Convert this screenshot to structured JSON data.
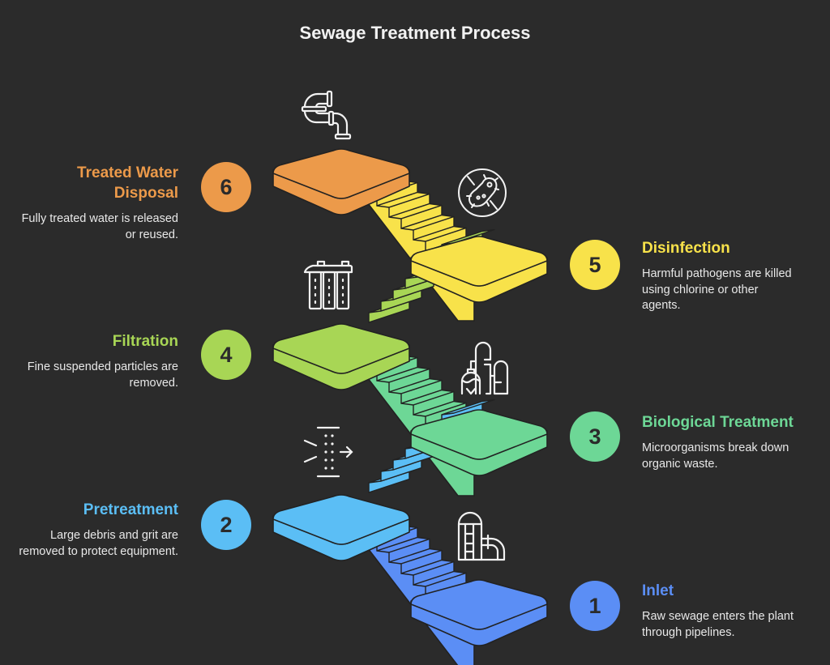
{
  "title": "Sewage Treatment Process",
  "steps": [
    {
      "number": "1",
      "title": "Inlet",
      "description": "Raw sewage enters the plant through pipelines.",
      "color": "#5b8ef5",
      "icon": "silo-pipe-icon",
      "side": "right"
    },
    {
      "number": "2",
      "title": "Pretreatment",
      "description": "Large debris and grit are removed to protect equipment.",
      "color": "#5bbef5",
      "icon": "screening-filter-icon",
      "side": "left"
    },
    {
      "number": "3",
      "title": "Biological Treatment",
      "description": "Microorganisms break down organic waste.",
      "color": "#6dd796",
      "icon": "treatment-plant-icon",
      "side": "right"
    },
    {
      "number": "4",
      "title": "Filtration",
      "description": "Fine suspended particles are removed.",
      "color": "#a8d655",
      "icon": "filter-cartridges-icon",
      "side": "left"
    },
    {
      "number": "5",
      "title": "Disinfection",
      "description": "Harmful pathogens are killed using chlorine or other agents.",
      "color": "#f8e24a",
      "icon": "no-bacteria-icon",
      "side": "right"
    },
    {
      "number": "6",
      "title": "Treated Water Disposal",
      "description": "Fully treated water is released or reused.",
      "color": "#ec9a4a",
      "icon": "pipe-outlet-icon",
      "side": "left"
    }
  ]
}
